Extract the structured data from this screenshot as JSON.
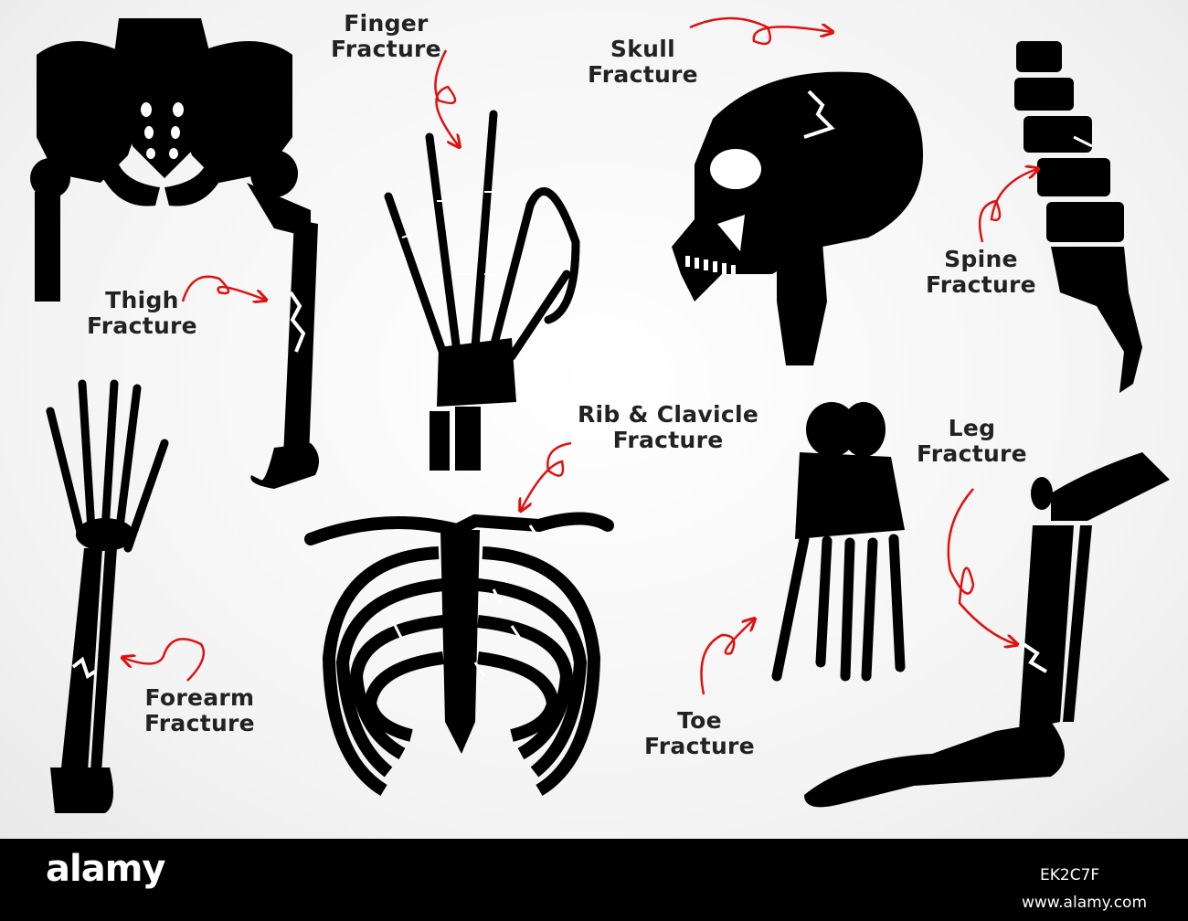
{
  "colors": {
    "bone": "#000000",
    "crack": "#ffffff",
    "arrow": "#e01010",
    "text": "#222222",
    "footer": "#000000"
  },
  "labels": {
    "finger": [
      "Finger",
      "Fracture"
    ],
    "skull": [
      "Skull",
      "Fracture"
    ],
    "spine": [
      "Spine",
      "Fracture"
    ],
    "thigh": [
      "Thigh",
      "Fracture"
    ],
    "rib": [
      "Rib & Clavicle",
      "Fracture"
    ],
    "leg": [
      "Leg",
      "Fracture"
    ],
    "forearm": [
      "Forearm",
      "Fracture"
    ],
    "toe": [
      "Toe",
      "Fracture"
    ]
  },
  "footer": {
    "logo": "alamy",
    "image_id": "EK2C7F",
    "url": "www.alamy.com"
  }
}
